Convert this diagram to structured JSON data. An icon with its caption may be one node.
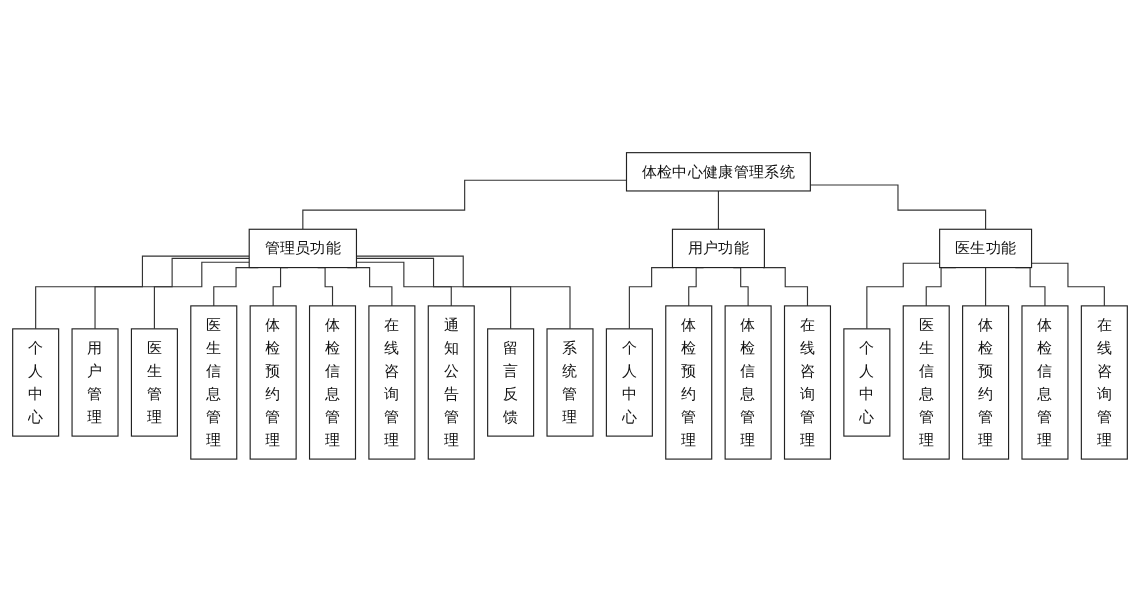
{
  "diagram": {
    "nodes": [
      {
        "text": [
          "体检中心健康管理系统"
        ]
      },
      {
        "text": [
          "管理员功能"
        ]
      },
      {
        "text": [
          "用户功能"
        ]
      },
      {
        "text": [
          "医生功能"
        ]
      },
      {
        "text": [
          "个人中心"
        ]
      },
      {
        "text": [
          "用户管理"
        ]
      },
      {
        "text": [
          "医生管理"
        ]
      },
      {
        "text": [
          "医生信息管理"
        ]
      },
      {
        "text": [
          "体检预约管理"
        ]
      },
      {
        "text": [
          "体检信息管理"
        ]
      },
      {
        "text": [
          "在线咨询管理"
        ]
      },
      {
        "text": [
          "通知公告管理"
        ]
      },
      {
        "text": [
          "留言反馈"
        ]
      },
      {
        "text": [
          "系统管理"
        ]
      },
      {
        "text": [
          "个人中心"
        ]
      },
      {
        "text": [
          "体检预约管理"
        ]
      },
      {
        "text": [
          "体检信息管理"
        ]
      },
      {
        "text": [
          "在线咨询管理"
        ]
      },
      {
        "text": [
          "个人中心"
        ]
      },
      {
        "text": [
          "医生信息管理"
        ]
      },
      {
        "text": [
          "体检预约管理"
        ]
      },
      {
        "text": [
          "体检信息管理"
        ]
      },
      {
        "text": [
          "在线咨询管理"
        ]
      }
    ],
    "edges": [
      {
        "from": 0,
        "to": 1,
        "arrow": "none"
      },
      {
        "from": 0,
        "to": 2,
        "arrow": "none"
      },
      {
        "from": 0,
        "to": 3,
        "arrow": "none"
      },
      {
        "from": 1,
        "to": 4,
        "arrow": "none"
      },
      {
        "from": 1,
        "to": 5,
        "arrow": "none"
      },
      {
        "from": 1,
        "to": 6,
        "arrow": "none"
      },
      {
        "from": 1,
        "to": 7,
        "arrow": "none"
      },
      {
        "from": 1,
        "to": 8,
        "arrow": "none"
      },
      {
        "from": 1,
        "to": 9,
        "arrow": "none"
      },
      {
        "from": 1,
        "to": 10,
        "arrow": "none"
      },
      {
        "from": 1,
        "to": 11,
        "arrow": "none"
      },
      {
        "from": 1,
        "to": 12,
        "arrow": "none"
      },
      {
        "from": 1,
        "to": 13,
        "arrow": "none"
      },
      {
        "from": 2,
        "to": 14,
        "arrow": "none"
      },
      {
        "from": 2,
        "to": 15,
        "arrow": "none"
      },
      {
        "from": 2,
        "to": 16,
        "arrow": "none"
      },
      {
        "from": 2,
        "to": 17,
        "arrow": "none"
      },
      {
        "from": 3,
        "to": 18,
        "arrow": "none"
      },
      {
        "from": 3,
        "to": 19,
        "arrow": "none"
      },
      {
        "from": 3,
        "to": 20,
        "arrow": "none"
      },
      {
        "from": 3,
        "to": 21,
        "arrow": "none"
      },
      {
        "from": 3,
        "to": 22,
        "arrow": "none"
      }
    ]
  }
}
